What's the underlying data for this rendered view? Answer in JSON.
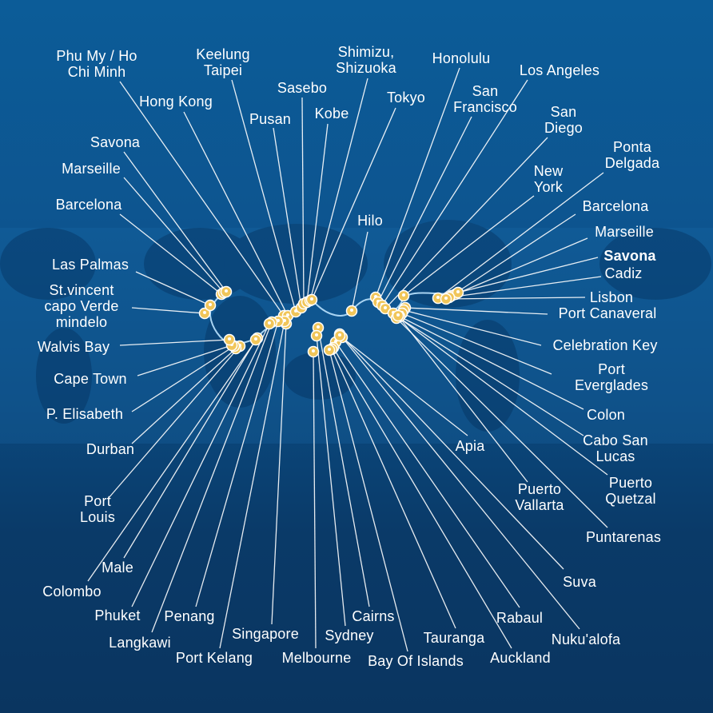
{
  "map": {
    "title_port": "Savona",
    "route_color": "#a9d4f2",
    "marker_color": "#f1c65a",
    "leader_line_color": "#ffffff",
    "ports": [
      {
        "text": "Phu My / Ho\nChi Minh"
      },
      {
        "text": "Hong Kong"
      },
      {
        "text": "Keelung\nTaipei"
      },
      {
        "text": "Pusan"
      },
      {
        "text": "Sasebo"
      },
      {
        "text": "Kobe"
      },
      {
        "text": "Shimizu,\nShizuoka"
      },
      {
        "text": "Tokyo"
      },
      {
        "text": "Honolulu"
      },
      {
        "text": "San\nFrancisco"
      },
      {
        "text": "Los Angeles"
      },
      {
        "text": "San\nDiego"
      },
      {
        "text": "New\nYork"
      },
      {
        "text": "Ponta\nDelgada"
      },
      {
        "text": "Barcelona"
      },
      {
        "text": "Marseille"
      },
      {
        "text": "Savona",
        "bold": true
      },
      {
        "text": "Cadiz"
      },
      {
        "text": "Lisbon"
      },
      {
        "text": "Port Canaveral"
      },
      {
        "text": "Celebration Key"
      },
      {
        "text": "Port Everglades"
      },
      {
        "text": "Colon"
      },
      {
        "text": "Cabo San\nLucas"
      },
      {
        "text": "Puerto\nQuetzal"
      },
      {
        "text": "Puntarenas"
      },
      {
        "text": "Suva"
      },
      {
        "text": "Nuku'alofa"
      },
      {
        "text": "Rabaul"
      },
      {
        "text": "Auckland"
      },
      {
        "text": "Tauranga"
      },
      {
        "text": "Bay Of Islands"
      },
      {
        "text": "Cairns"
      },
      {
        "text": "Sydney"
      },
      {
        "text": "Melbourne"
      },
      {
        "text": "Singapore"
      },
      {
        "text": "Port Kelang"
      },
      {
        "text": "Penang"
      },
      {
        "text": "Langkawi"
      },
      {
        "text": "Phuket"
      },
      {
        "text": "Colombo"
      },
      {
        "text": "Male"
      },
      {
        "text": "Port\nLouis"
      },
      {
        "text": "Durban"
      },
      {
        "text": "P. Elisabeth"
      },
      {
        "text": "Cape Town"
      },
      {
        "text": "Walvis Bay"
      },
      {
        "text": "St.vincent\ncapo Verde\nmindelo"
      },
      {
        "text": "Las Palmas"
      },
      {
        "text": "Barcelona"
      },
      {
        "text": "Marseille"
      },
      {
        "text": "Savona"
      },
      {
        "text": "Apia"
      },
      {
        "text": "Puerto\nVallarta"
      },
      {
        "text": "Hilo"
      }
    ]
  }
}
